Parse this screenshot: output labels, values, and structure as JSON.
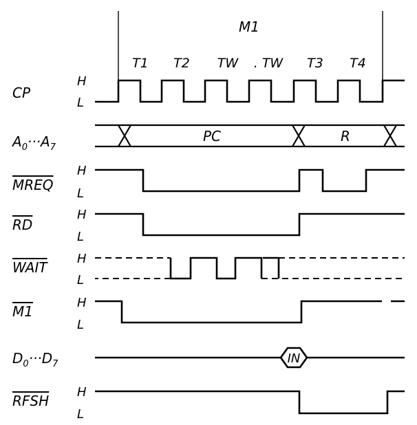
{
  "cycle_label": "M1",
  "states": [
    "T1",
    "T2",
    "TW",
    ". TW",
    "T3",
    "T4"
  ],
  "level_high": "H",
  "level_low": "L",
  "signals": [
    {
      "id": "cp",
      "label": "CP"
    },
    {
      "id": "addr",
      "label": "A0···A7",
      "main": "A",
      "sub1": "0",
      "dots": "···",
      "sub2": "7"
    },
    {
      "id": "mreq",
      "label": "MREQ"
    },
    {
      "id": "rd",
      "label": "RD"
    },
    {
      "id": "wait",
      "label": "WAIT"
    },
    {
      "id": "m1",
      "label": "M1"
    },
    {
      "id": "data",
      "label": "D0···D7",
      "main": "D",
      "sub1": "0",
      "dots": "···",
      "sub2": "7"
    },
    {
      "id": "rfsh",
      "label": "RFSH"
    }
  ],
  "bus_values": {
    "address_1": "PC",
    "address_2": "R",
    "data_in": "IN"
  }
}
